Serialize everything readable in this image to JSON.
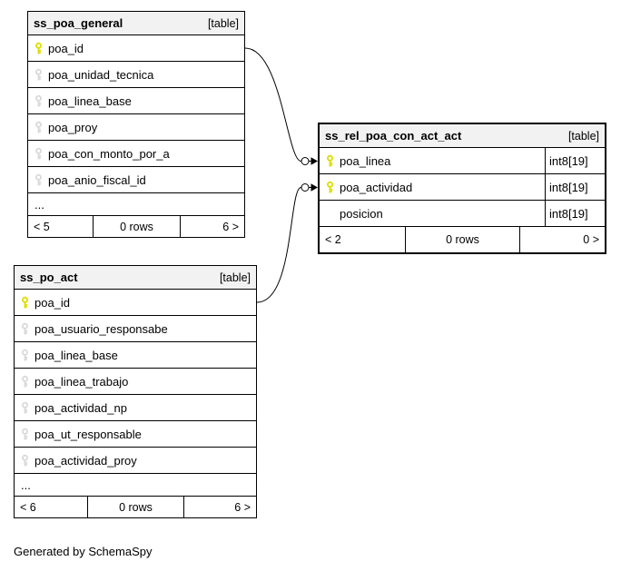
{
  "diagram": {
    "generator_caption": "Generated by SchemaSpy"
  },
  "colors": {
    "primary_key_icon": "#dddd00",
    "secondary_key_icon": "#d9d9d9",
    "header_bg": "#f2f2f2",
    "border": "#000000"
  },
  "tables": [
    {
      "title": "ss_poa_general",
      "badge": "[table]",
      "columns": [
        {
          "name": "poa_id",
          "icon": "primary-key-icon"
        },
        {
          "name": "poa_unidad_tecnica",
          "icon": "key-icon"
        },
        {
          "name": "poa_linea_base",
          "icon": "key-icon"
        },
        {
          "name": "poa_proy",
          "icon": "key-icon"
        },
        {
          "name": "poa_con_monto_por_a",
          "icon": "key-icon"
        },
        {
          "name": "poa_anio_fiscal_id",
          "icon": "key-icon"
        },
        {
          "name": "...",
          "icon": null
        }
      ],
      "footer": {
        "prev": "< 5",
        "rows": "0 rows",
        "next": "6 >"
      }
    },
    {
      "title": "ss_rel_poa_con_act_act",
      "badge": "[table]",
      "columns": [
        {
          "name": "poa_linea",
          "type": "int8[19]",
          "icon": "primary-key-icon"
        },
        {
          "name": "poa_actividad",
          "type": "int8[19]",
          "icon": "primary-key-icon"
        },
        {
          "name": "posicion",
          "type": "int8[19]",
          "icon": null
        }
      ],
      "footer": {
        "prev": "< 2",
        "rows": "0 rows",
        "next": "0 >"
      }
    },
    {
      "title": "ss_po_act",
      "badge": "[table]",
      "columns": [
        {
          "name": "poa_id",
          "icon": "primary-key-icon"
        },
        {
          "name": "poa_usuario_responsabe",
          "icon": "key-icon"
        },
        {
          "name": "poa_linea_base",
          "icon": "key-icon"
        },
        {
          "name": "poa_linea_trabajo",
          "icon": "key-icon"
        },
        {
          "name": "poa_actividad_np",
          "icon": "key-icon"
        },
        {
          "name": "poa_ut_responsable",
          "icon": "key-icon"
        },
        {
          "name": "poa_actividad_proy",
          "icon": "key-icon"
        },
        {
          "name": "...",
          "icon": null
        }
      ],
      "footer": {
        "prev": "< 6",
        "rows": "0 rows",
        "next": "6 >"
      }
    }
  ],
  "relationships": [
    {
      "from": "ss_poa_general.poa_id",
      "to": "ss_rel_poa_con_act_act.poa_linea"
    },
    {
      "from": "ss_po_act.poa_id",
      "to": "ss_rel_poa_con_act_act.poa_actividad"
    }
  ]
}
